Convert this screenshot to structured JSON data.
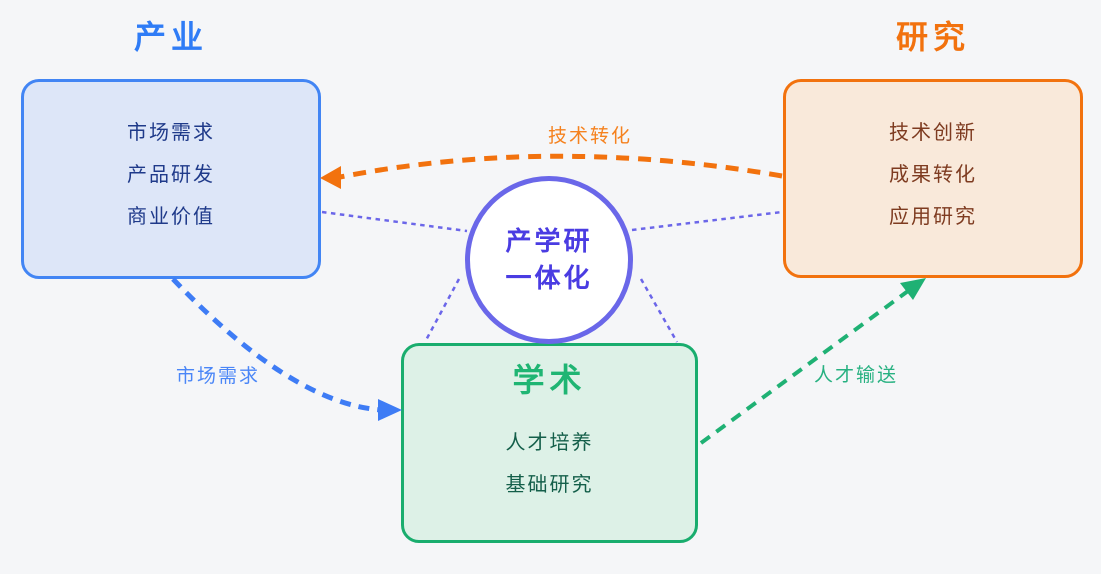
{
  "page": {
    "background_color": "#f5f6f8"
  },
  "center_node": {
    "line1": "产学研",
    "line2": "一体化",
    "border_color": "#6a67e9",
    "text_color": "#4a3ce2",
    "fill": "#ffffff"
  },
  "nodes": {
    "industry": {
      "title": "产业",
      "items": [
        "市场需求",
        "产品研发",
        "商业价值"
      ],
      "accent_color": "#2f7cf6",
      "border_color": "#4285f4",
      "fill": "#dde6f8",
      "text_color": "#1f3a8a"
    },
    "research": {
      "title": "研究",
      "items": [
        "技术创新",
        "成果转化",
        "应用研究"
      ],
      "accent_color": "#f2720e",
      "border_color": "#f2720e",
      "fill": "#f9e9da",
      "text_color": "#7e3b20"
    },
    "academia": {
      "title": "学术",
      "items": [
        "人才培养",
        "基础研究"
      ],
      "accent_color": "#1fb573",
      "border_color": "#19ad6e",
      "fill": "#ddf1e7",
      "text_color": "#145f4a"
    }
  },
  "edges": {
    "tech_transfer": {
      "label": "技术转化",
      "color": "#f2720e",
      "style": "dashed"
    },
    "market_demand": {
      "label": "市场需求",
      "color": "#3e7cf5",
      "style": "dashed"
    },
    "talent_supply": {
      "label": "人才输送",
      "color": "#1fb174",
      "style": "dashed"
    },
    "hub_link_color": "#6b66e9"
  }
}
